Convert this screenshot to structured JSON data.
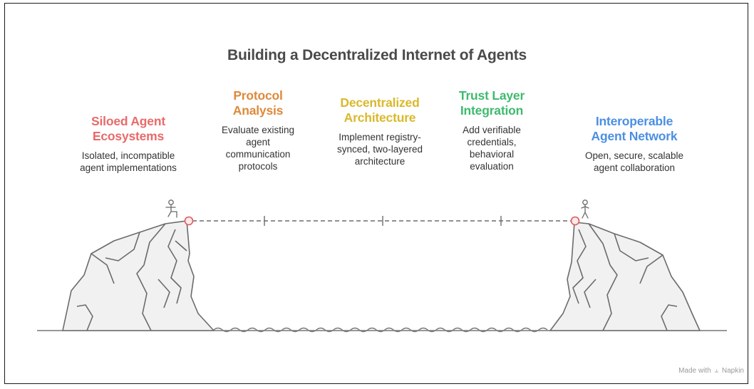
{
  "title": "Building a Decentralized Internet of Agents",
  "stages": [
    {
      "title_lines": [
        "Siloed Agent",
        "Ecosystems"
      ],
      "desc_lines": [
        "Isolated, incompatible",
        "agent implementations"
      ],
      "color": "#e96a6a"
    },
    {
      "title_lines": [
        "Protocol",
        "Analysis"
      ],
      "desc_lines": [
        "Evaluate existing",
        "agent",
        "communication",
        "protocols"
      ],
      "color": "#dd8a3c"
    },
    {
      "title_lines": [
        "Decentralized",
        "Architecture"
      ],
      "desc_lines": [
        "Implement registry-",
        "synced, two-layered",
        "architecture"
      ],
      "color": "#d9b92c"
    },
    {
      "title_lines": [
        "Trust Layer",
        "Integration"
      ],
      "desc_lines": [
        "Add verifiable",
        "credentials,",
        "behavioral",
        "evaluation"
      ],
      "color": "#3fba6f"
    },
    {
      "title_lines": [
        "Interoperable",
        "Agent Network"
      ],
      "desc_lines": [
        "Open, secure, scalable",
        "agent collaboration"
      ],
      "color": "#4b8fe3"
    }
  ],
  "colors": {
    "rock_fill": "#f1f1f1",
    "rock_stroke": "#6b6b6b",
    "marker": "#e05a5a",
    "title": "#4a4a4a"
  },
  "footer": {
    "made_with": "Made with",
    "brand": "Napkin"
  }
}
